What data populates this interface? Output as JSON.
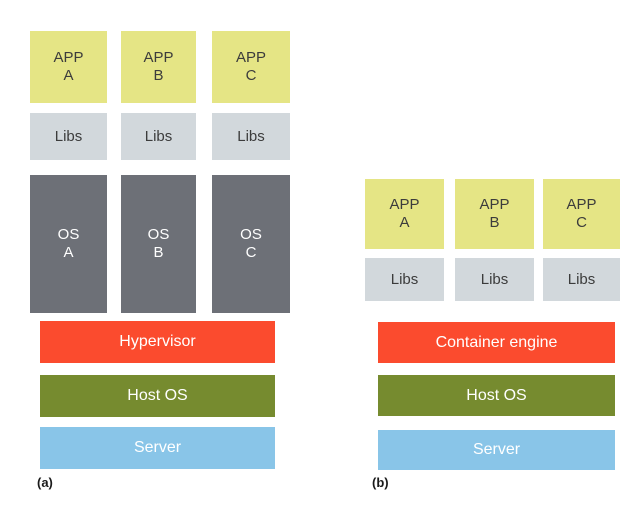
{
  "figure": {
    "colors": {
      "app": "#e5e585",
      "libs": "#d2d8dc",
      "os": "#6d7077",
      "hypervisor": "#fb4b2e",
      "container_engine": "#fb4b2e",
      "host_os": "#768b2f",
      "server": "#89c5e8",
      "background": "#ffffff",
      "dark_text": "#3c3c3c",
      "light_text": "#ffffff"
    }
  },
  "panel_a": {
    "caption": "(a)",
    "apps": [
      {
        "label": "APP\nA"
      },
      {
        "label": "APP\nB"
      },
      {
        "label": "APP\nC"
      }
    ],
    "libs": [
      {
        "label": "Libs"
      },
      {
        "label": "Libs"
      },
      {
        "label": "Libs"
      }
    ],
    "guest_os": [
      {
        "label": "OS\nA"
      },
      {
        "label": "OS\nB"
      },
      {
        "label": "OS\nC"
      }
    ],
    "layers": [
      {
        "label": "Hypervisor"
      },
      {
        "label": "Host OS"
      },
      {
        "label": "Server"
      }
    ]
  },
  "panel_b": {
    "caption": "(b)",
    "apps": [
      {
        "label": "APP\nA"
      },
      {
        "label": "APP\nB"
      },
      {
        "label": "APP\nC"
      }
    ],
    "libs": [
      {
        "label": "Libs"
      },
      {
        "label": "Libs"
      },
      {
        "label": "Libs"
      }
    ],
    "layers": [
      {
        "label": "Container engine"
      },
      {
        "label": "Host OS"
      },
      {
        "label": "Server"
      }
    ]
  }
}
